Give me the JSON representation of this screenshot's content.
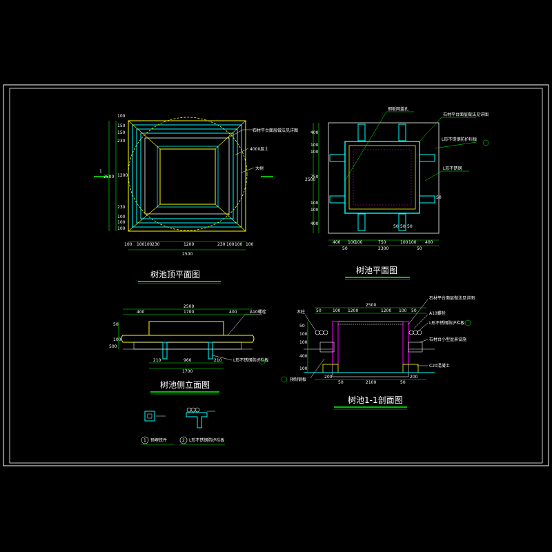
{
  "drawing": {
    "plan_top": {
      "title": "树池顶平面图",
      "section_mark": "1",
      "notes": [
        "石材平台面层做法见详图",
        "4000层土",
        "大树"
      ],
      "dims_bottom": [
        "100",
        "100",
        "100",
        "230",
        "1200",
        "230",
        "100",
        "100",
        "100"
      ],
      "overall_bottom": "2500",
      "dims_left": [
        "100",
        "150",
        "150",
        "230",
        "1200",
        "230",
        "100",
        "100",
        "100"
      ],
      "overall_left": "2500"
    },
    "plan": {
      "title": "树池平面图",
      "notes": [
        "钢板网盖孔",
        "石材平台面层做法见详图",
        "L形不锈钢防护栏板",
        "L形不锈钢",
        "50"
      ],
      "dims_bottom": [
        "400",
        "100",
        "100",
        "750",
        "100",
        "100",
        "400"
      ],
      "overall_bottom": "2300",
      "dims_bottom_alt": [
        "50",
        "50"
      ],
      "dims_left": [
        "400",
        "100",
        "100",
        "750",
        "100",
        "100",
        "400"
      ],
      "overall_left": "2500",
      "inner_dims": [
        "50",
        "50",
        "50"
      ]
    },
    "elevation": {
      "title": "树池侧立面图",
      "notes": [
        "A10螺栓",
        "L形不锈钢防护栏板"
      ],
      "dims_top": [
        "400",
        "1700",
        "400"
      ],
      "overall_top": "2500",
      "dims_bottom": [
        "210",
        "960",
        "210"
      ],
      "overall_bottom": "1700",
      "dims_left": [
        "50",
        "100",
        "500"
      ]
    },
    "section": {
      "title": "树池1-1剖面图",
      "notes_left": [
        "木柱",
        "预制钢板"
      ],
      "notes_right": [
        "石材平台面层做法见详图",
        "A10螺栓",
        "L形不锈钢防护栏板",
        "石材台小型盆景设施",
        "C20混凝土"
      ],
      "dims_top": [
        "50",
        "100",
        "1200",
        "1200",
        "100",
        "50"
      ],
      "overall_top": "2500",
      "dims_bottom": [
        "200",
        "50",
        "2100",
        "50",
        "200"
      ],
      "dims_left": [
        "50",
        "100",
        "100",
        "400",
        "100"
      ]
    },
    "details": [
      {
        "num": "1",
        "label": "预埋铁件"
      },
      {
        "num": "2",
        "label": "L形不锈钢防护栏板"
      }
    ],
    "colors": {
      "frame": "#ffffff",
      "dimension": "#00ff00",
      "structure": "#00ffff",
      "outline": "#ffff00",
      "leader": "#00ff00"
    }
  }
}
